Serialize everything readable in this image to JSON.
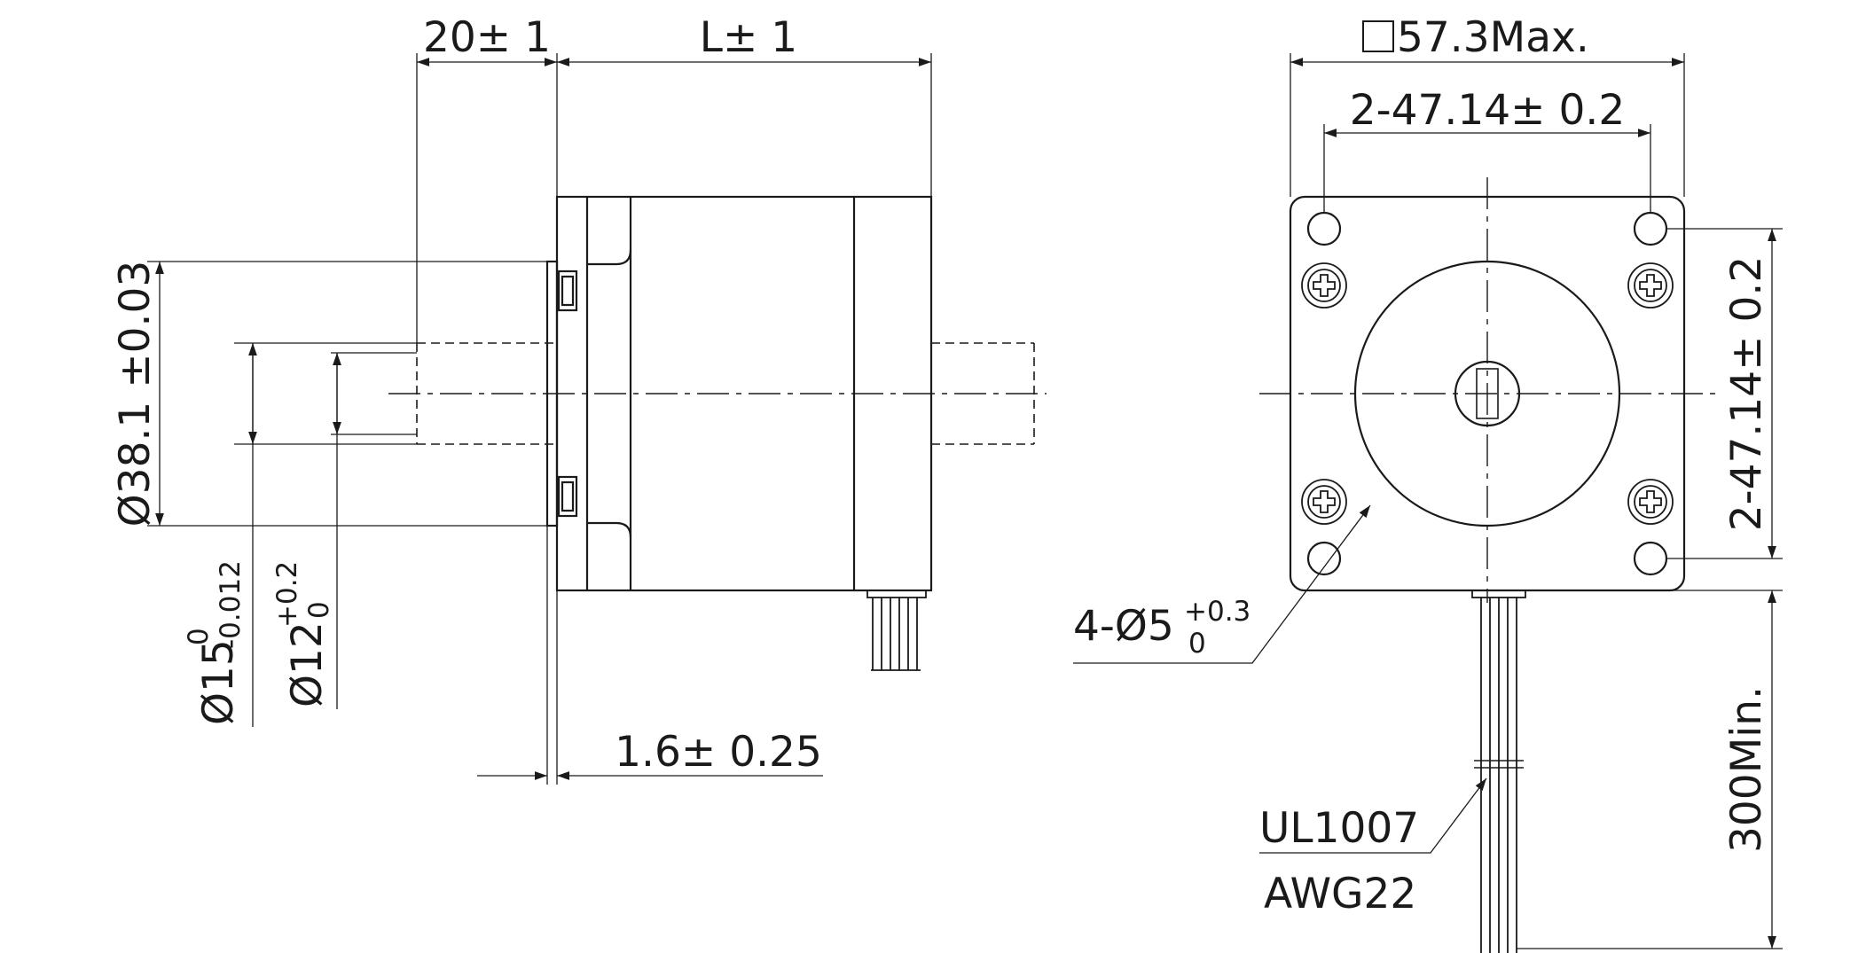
{
  "side_view": {
    "shaft_length": "20± 1",
    "body_length": "L± 1",
    "boss_diameter": "Ø38.1 ±0.03",
    "shaft_diameter": {
      "base": "Ø15",
      "upper": "0",
      "lower": "-0.012"
    },
    "rear_shaft_diameter": {
      "base": "Ø12",
      "upper": "+0.2",
      "lower": "0"
    },
    "boss_height": "1.6± 0.25"
  },
  "front_view": {
    "flange_size": "57.3Max.",
    "hole_spacing_horizontal": "2-47.14± 0.2",
    "hole_spacing_vertical": "2-47.14± 0.2",
    "mounting_holes": {
      "base": "4-Ø5",
      "upper": "+0.3",
      "lower": "0"
    },
    "lead_length": "300Min.",
    "wire_spec_line1": "UL1007",
    "wire_spec_line2": "AWG22"
  },
  "colors": {
    "line": "#1a1a1a",
    "background": "#ffffff"
  }
}
